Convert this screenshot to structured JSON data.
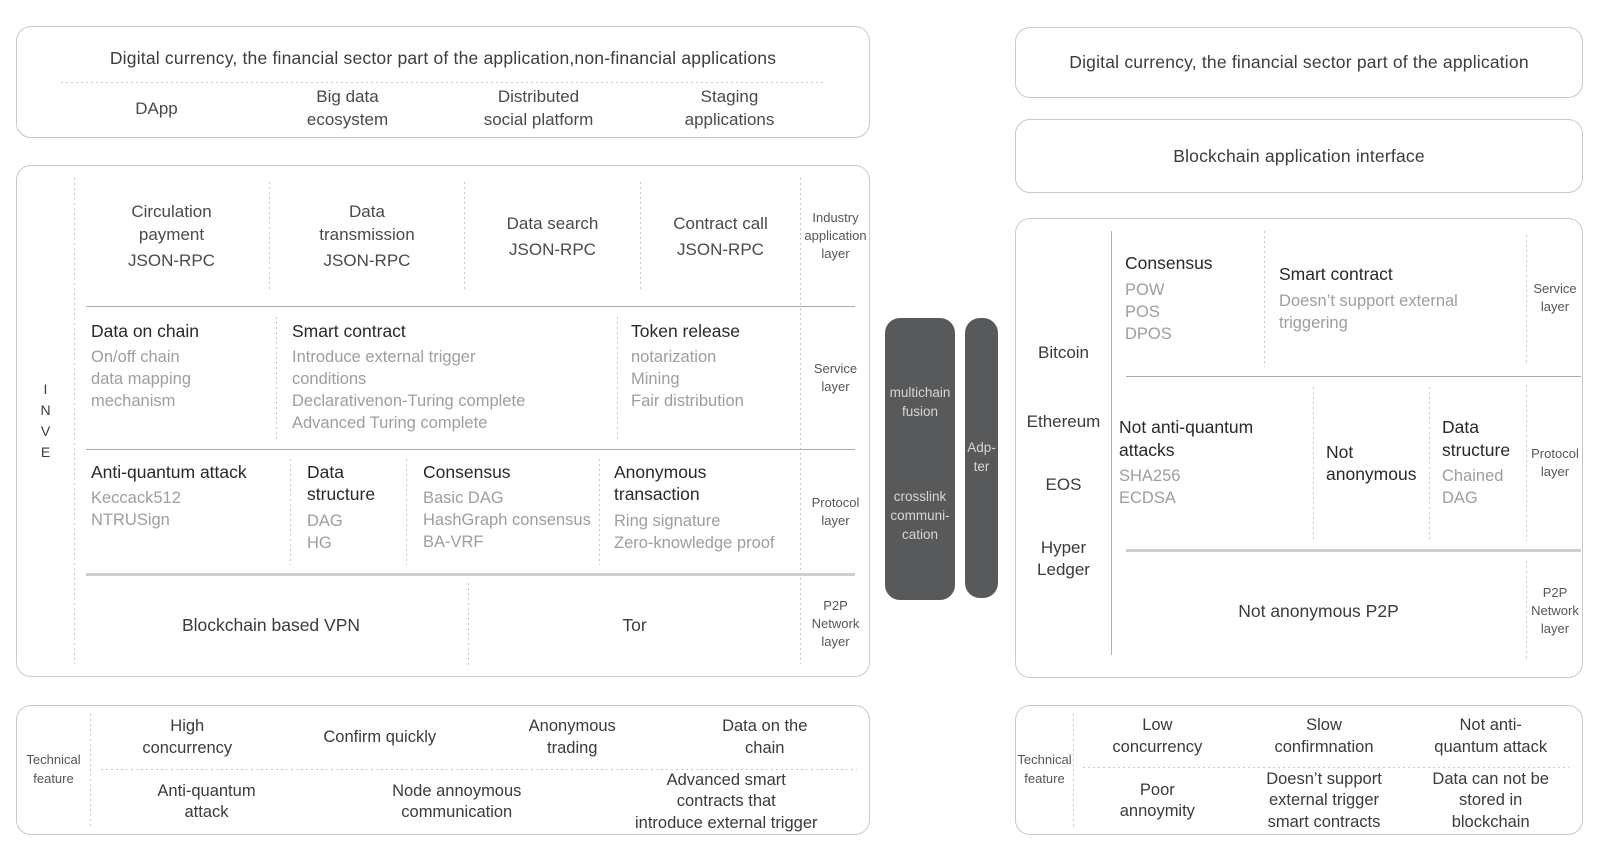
{
  "colors": {
    "border": "#c9c9c9",
    "heading": "#29292b",
    "text": "#4a4a4c",
    "muted": "#9e9ea0",
    "dark": "#3b3b3d",
    "layer": "#565658",
    "barBg": "#58595b",
    "barText": "#d6d6d6",
    "line": "#ababab",
    "lineSoft": "#cfcfcf",
    "dot": "#c8c8c8"
  },
  "left": {
    "app_box": {
      "title": "Digital currency, the financial sector part of the application,non-financial applications",
      "items": [
        "DApp",
        "Big data\necosystem",
        "Distributed\nsocial platform",
        "Staging\napplications"
      ]
    },
    "stack": {
      "side_label": "I\nN\nV\nE",
      "industry": {
        "cells": [
          {
            "title": "Circulation\npayment",
            "sub": "JSON-RPC"
          },
          {
            "title": "Data\ntransmission",
            "sub": "JSON-RPC"
          },
          {
            "title": "Data search",
            "sub": "JSON-RPC"
          },
          {
            "title": "Contract call",
            "sub": "JSON-RPC"
          }
        ],
        "layer": "Industry\napplication\nlayer"
      },
      "service": {
        "cells": [
          {
            "head": "Data on chain",
            "body": "On/off chain\ndata mapping\nmechanism"
          },
          {
            "head": "Smart contract",
            "body": "Introduce external trigger\nconditions\nDeclarativenon-Turing complete\nAdvanced Turing complete"
          },
          {
            "head": "Token release",
            "body": "notarization\nMining\nFair distribution"
          }
        ],
        "layer": "Service\nlayer"
      },
      "protocol": {
        "cells": [
          {
            "head": "Anti-quantum attack",
            "body": "Keccack512\nNTRUSign"
          },
          {
            "head": "Data\nstructure",
            "body": "DAG\nHG"
          },
          {
            "head": "Consensus",
            "body": "Basic DAG\nHashGraph consensus\nBA-VRF"
          },
          {
            "head": "Anonymous\ntransaction",
            "body": "Ring signature\nZero-knowledge proof"
          }
        ],
        "layer": "Protocol\nlayer"
      },
      "p2p": {
        "cells": [
          "Blockchain based VPN",
          "Tor"
        ],
        "layer": "P2P\nNetwork\nlayer"
      }
    },
    "features": {
      "label": "Technical\nfeature",
      "row1": [
        "High\nconcurrency",
        "Confirm quickly",
        "Anonymous\ntrading",
        "Data on the\nchain"
      ],
      "row2": [
        "Anti-quantum\nattack",
        "Node annoymous\ncommunication",
        "Advanced smart\ncontracts that\nintroduce external trigger"
      ]
    }
  },
  "middle": {
    "bar1_top": "multichain\nfusion",
    "bar1_bottom": "crosslink\ncommuni-\ncation",
    "bar2": "Adp-\nter"
  },
  "right": {
    "app_box_title": "Digital currency, the financial sector part of the application",
    "interface_box_title": "Blockchain application interface",
    "stack": {
      "chains": [
        "Bitcoin",
        "Ethereum",
        "EOS",
        "Hyper\nLedger"
      ],
      "service": {
        "cells": [
          {
            "head": "Consensus",
            "body": "POW\nPOS\nDPOS"
          },
          {
            "head": "Smart contract",
            "body": "Doesn’t support external\ntriggering"
          }
        ],
        "layer": "Service\nlayer"
      },
      "protocol": {
        "cells": [
          {
            "head": "Not anti-quantum\nattacks",
            "body": "SHA256\nECDSA"
          },
          {
            "head": "Not\nanonymous",
            "body": ""
          },
          {
            "head": "Data\nstructure",
            "body": "Chained\nDAG"
          }
        ],
        "layer": "Protocol\nlayer"
      },
      "p2p": {
        "cell": "Not anonymous P2P",
        "layer": "P2P\nNetwork\nlayer"
      }
    },
    "features": {
      "label": "Technical\nfeature",
      "row1": [
        "Low\nconcurrency",
        "Slow\nconfirmnation",
        "Not anti-\nquantum attack"
      ],
      "row2": [
        "Poor\nannoymity",
        "Doesn’t support\nexternal trigger\nsmart contracts",
        "Data can not be\nstored in\nblockchain"
      ]
    }
  }
}
